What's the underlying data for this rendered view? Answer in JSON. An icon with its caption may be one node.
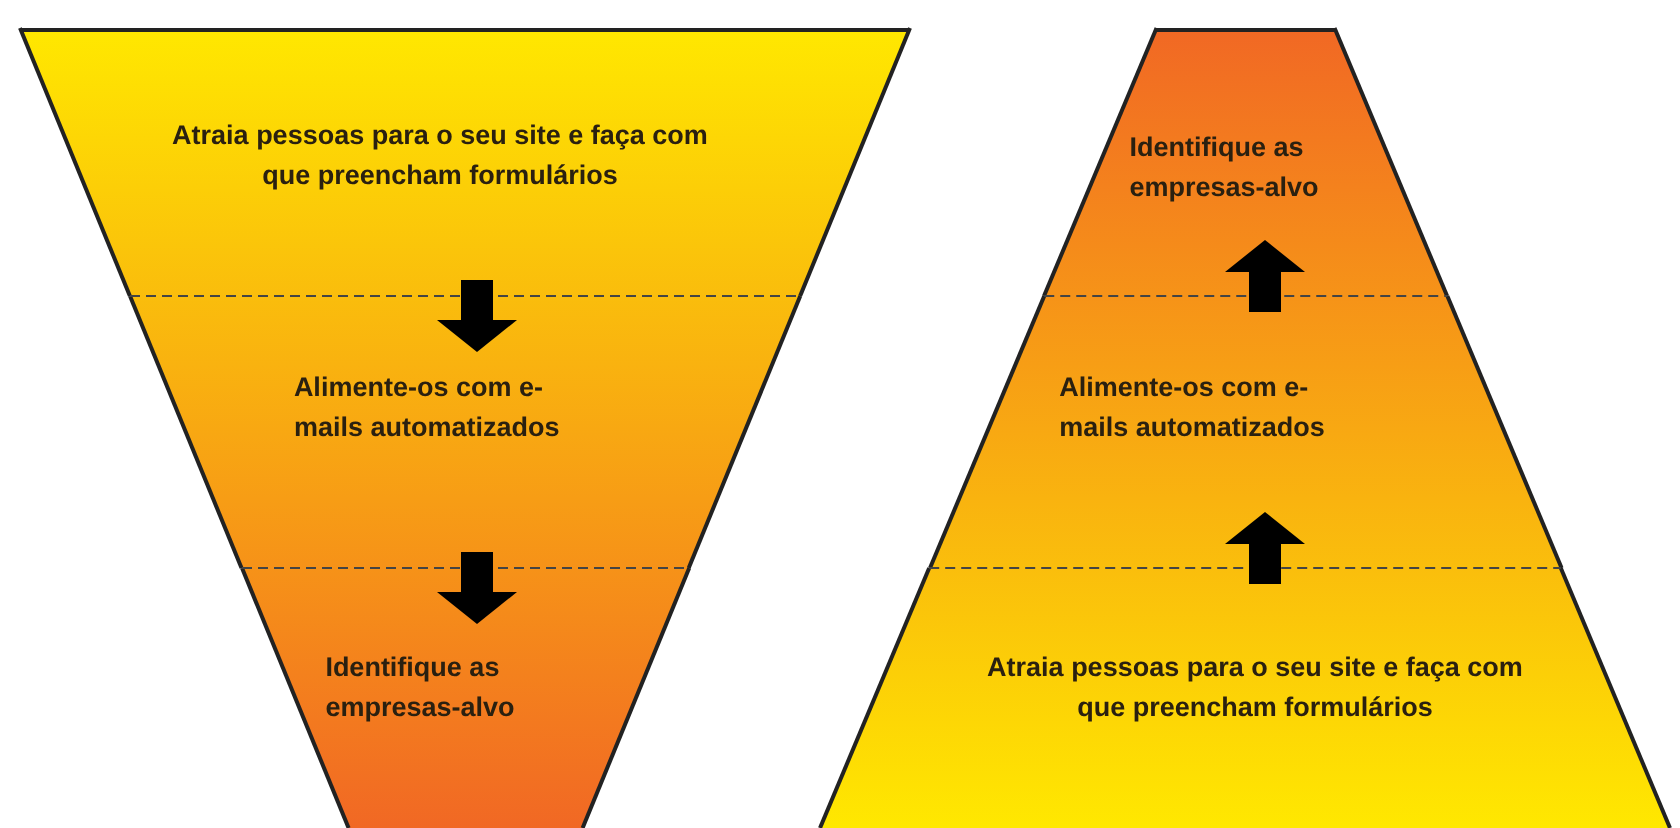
{
  "diagram": {
    "nodes": [
      {
        "text": [
          "Atraia pessoas para o seu site e faça com que preencham formulários"
        ]
      },
      {
        "text": [
          "Alimente-os com e-mails automatizados"
        ]
      },
      {
        "text": [
          "Identifique as empresas-alvo"
        ]
      },
      {
        "text": [
          "Identifique as empresas-alvo"
        ]
      },
      {
        "text": [
          "Alimente-os com e-mails automatizados"
        ]
      },
      {
        "text": [
          "Atraia pessoas para o seu site e faça com que preencham formulários"
        ]
      }
    ],
    "edges": [
      {
        "from": 0,
        "to": 1,
        "arrow": "to"
      },
      {
        "from": 1,
        "to": 2,
        "arrow": "to"
      },
      {
        "from": 5,
        "to": 4,
        "arrow": "to"
      },
      {
        "from": 4,
        "to": 3,
        "arrow": "to"
      }
    ]
  }
}
